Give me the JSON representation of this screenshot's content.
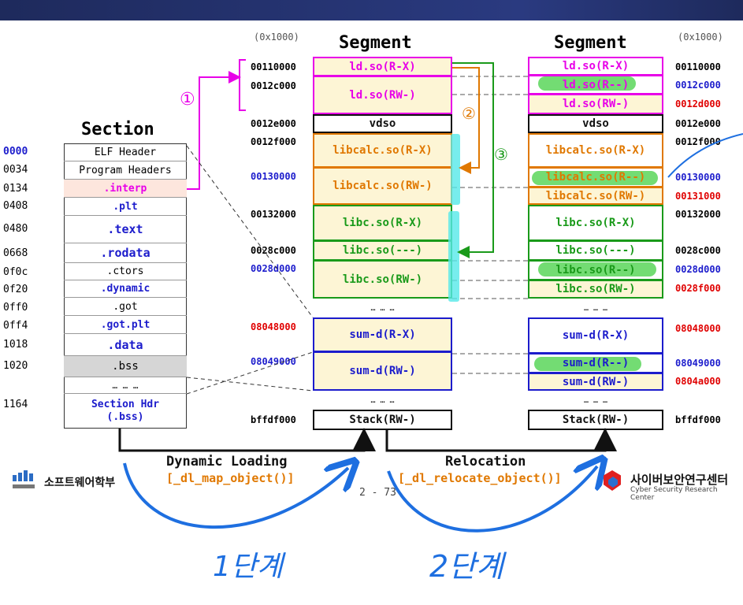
{
  "header": {
    "section_title": "Section",
    "segment_left": "Segment",
    "segment_right": "Segment",
    "base_left": "(0x1000)",
    "base_right": "(0x1000)"
  },
  "sections": [
    {
      "offset": "0000",
      "name": "ELF Header"
    },
    {
      "offset": "0034",
      "name": "Program Headers"
    },
    {
      "offset": "0134",
      "name": ".interp"
    },
    {
      "offset": "0408",
      "name": ".plt"
    },
    {
      "offset": "0480",
      "name": ".text"
    },
    {
      "offset": "0668",
      "name": ".rodata"
    },
    {
      "offset": "0f0c",
      "name": ".ctors"
    },
    {
      "offset": "0f20",
      "name": ".dynamic"
    },
    {
      "offset": "0ff0",
      "name": ".got"
    },
    {
      "offset": "0ff4",
      "name": ".got.plt"
    },
    {
      "offset": "1018",
      "name": ".data"
    },
    {
      "offset": "1020",
      "name": ".bss"
    },
    {
      "offset": "",
      "name": "… … …"
    },
    {
      "offset": "1164",
      "name": "Section Hdr (.bss)"
    }
  ],
  "left_segments": [
    {
      "label": "ld.so(R-X)",
      "addr": "00110000"
    },
    {
      "label": "ld.so(RW-)",
      "addr": "0012c000"
    },
    {
      "label": "vdso",
      "addr": "0012e000"
    },
    {
      "label": "libcalc.so(R-X)",
      "addr": "0012f000"
    },
    {
      "label": "libcalc.so(RW-)",
      "addr": "00130000"
    },
    {
      "label": "libc.so(R-X)",
      "addr": "00132000"
    },
    {
      "label": "libc.so(---)",
      "addr": "0028c000"
    },
    {
      "label": "libc.so(RW-)",
      "addr": "0028d000"
    },
    {
      "label": "… … …",
      "addr": ""
    },
    {
      "label": "sum-d(R-X)",
      "addr": "08048000"
    },
    {
      "label": "sum-d(RW-)",
      "addr": "08049000"
    },
    {
      "label": "… … …",
      "addr": ""
    },
    {
      "label": "Stack(RW-)",
      "addr": "bffdf000"
    }
  ],
  "right_segments": [
    {
      "label": "ld.so(R-X)",
      "addr": "00110000"
    },
    {
      "label": "ld.so(R--)",
      "addr": "0012c000"
    },
    {
      "label": "ld.so(RW-)",
      "addr": "0012d000"
    },
    {
      "label": "vdso",
      "addr": "0012e000"
    },
    {
      "label": "libcalc.so(R-X)",
      "addr": "0012f000"
    },
    {
      "label": "libcalc.so(R--)",
      "addr": "00130000"
    },
    {
      "label": "libcalc.so(RW-)",
      "addr": "00131000"
    },
    {
      "label": "libc.so(R-X)",
      "addr": "00132000"
    },
    {
      "label": "libc.so(---)",
      "addr": "0028c000"
    },
    {
      "label": "libc.so(R--)",
      "addr": "0028d000"
    },
    {
      "label": "libc.so(RW-)",
      "addr": "0028f000"
    },
    {
      "label": "… … …",
      "addr": ""
    },
    {
      "label": "sum-d(R-X)",
      "addr": "08048000"
    },
    {
      "label": "sum-d(R--)",
      "addr": "08049000"
    },
    {
      "label": "sum-d(RW-)",
      "addr": "0804a000"
    },
    {
      "label": "… … …",
      "addr": ""
    },
    {
      "label": "Stack(RW-)",
      "addr": "bffdf000"
    }
  ],
  "steps": {
    "one": "①",
    "two": "②",
    "three": "③"
  },
  "bottom": {
    "dynamic_loading": "Dynamic Loading",
    "dl_map": "[_dl_map_object()]",
    "relocation": "Relocation",
    "dl_relocate": "[_dl_relocate_object()]",
    "page": "2 - 73",
    "logo_left": "소프트웨어학부",
    "logo_right": "사이버보안연구센터",
    "logo_right_sub": "Cyber Security Research Center",
    "hand_step1": "1단계",
    "hand_step2": "2단계"
  },
  "colors": {
    "magenta": "#e800e8",
    "orange": "#e07800",
    "green": "#1a9a1a",
    "blue": "#1c1ccc",
    "red": "#e00000",
    "highlight": "#5ad65a",
    "cyan": "#55e8e8",
    "pen": "#1e6fe0"
  }
}
